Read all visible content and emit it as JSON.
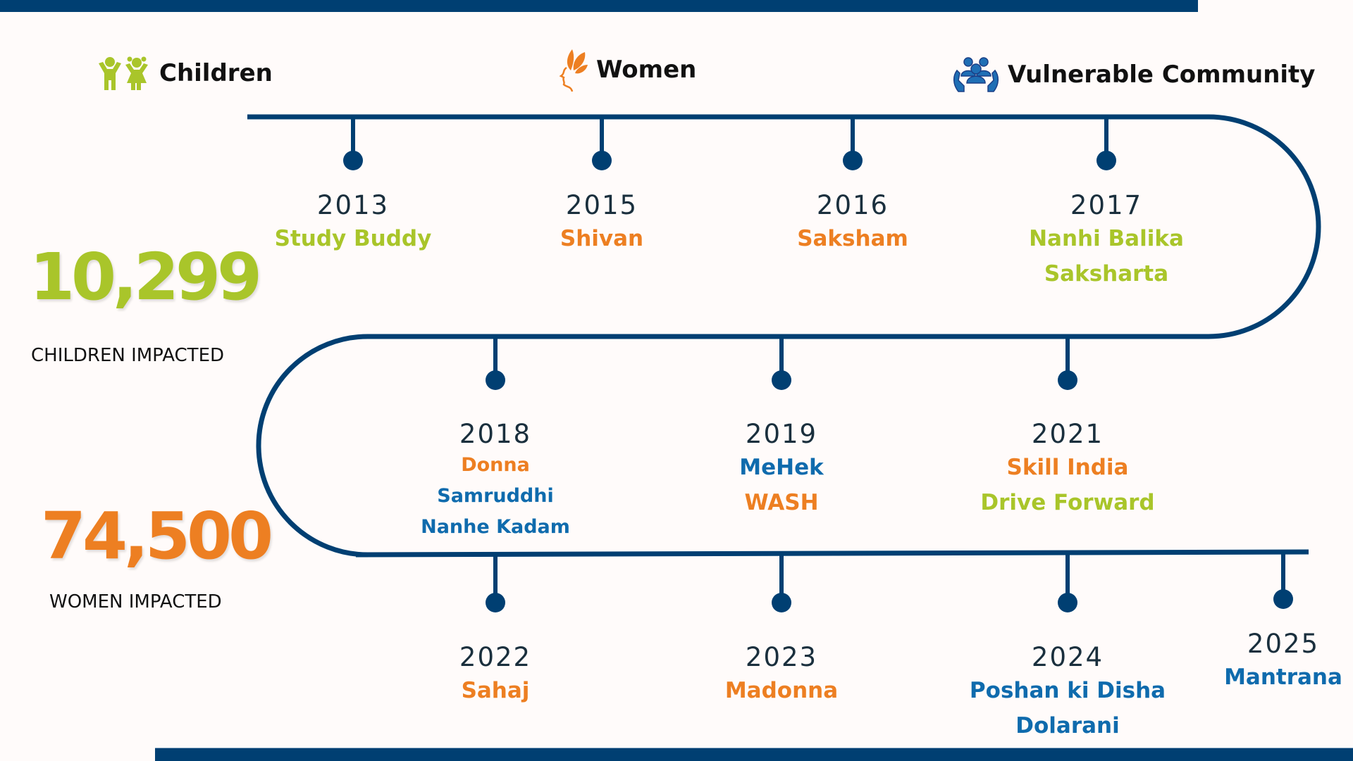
{
  "colors": {
    "navy": "#003f72",
    "green": "#a9c52a",
    "orange": "#ed7f22",
    "blue": "#0f6bad",
    "text_dark": "#1a2f3d"
  },
  "legend": [
    {
      "label": "Children",
      "icon": "children-icon",
      "color": "#a9c52a"
    },
    {
      "label": "Women",
      "icon": "woman-leaf-icon",
      "color": "#ed7f22"
    },
    {
      "label": "Vulnerable Community",
      "icon": "community-hands-icon",
      "color": "#1f6fb5"
    }
  ],
  "stats": [
    {
      "value": "10,299",
      "label": "CHILDREN IMPACTED",
      "color": "#a9c52a"
    },
    {
      "value": "74,500",
      "label": "WOMEN IMPACTED",
      "color": "#ed7f22"
    }
  ],
  "milestones": [
    {
      "year": "2013",
      "programs": [
        {
          "name": "Study Buddy",
          "category": "children"
        }
      ]
    },
    {
      "year": "2015",
      "programs": [
        {
          "name": "Shivan",
          "category": "women"
        }
      ]
    },
    {
      "year": "2016",
      "programs": [
        {
          "name": "Saksham",
          "category": "women"
        }
      ]
    },
    {
      "year": "2017",
      "programs": [
        {
          "name": "Nanhi Balika",
          "category": "children"
        },
        {
          "name": "Saksharta",
          "category": "children"
        }
      ]
    },
    {
      "year": "2018",
      "programs": [
        {
          "name": "Donna",
          "category": "women"
        },
        {
          "name": "Samruddhi",
          "category": "community"
        },
        {
          "name": "Nanhe Kadam",
          "category": "community"
        }
      ]
    },
    {
      "year": "2019",
      "programs": [
        {
          "name": "MeHek",
          "category": "community"
        },
        {
          "name": "WASH",
          "category": "women"
        }
      ]
    },
    {
      "year": "2021",
      "programs": [
        {
          "name": "Skill India",
          "category": "women"
        },
        {
          "name": "Drive Forward",
          "category": "children"
        }
      ]
    },
    {
      "year": "2022",
      "programs": [
        {
          "name": "Sahaj",
          "category": "women"
        }
      ]
    },
    {
      "year": "2023",
      "programs": [
        {
          "name": "Madonna",
          "category": "women"
        }
      ]
    },
    {
      "year": "2024",
      "programs": [
        {
          "name": "Poshan ki Disha",
          "category": "community"
        },
        {
          "name": "Dolarani",
          "category": "community"
        }
      ]
    },
    {
      "year": "2025",
      "programs": [
        {
          "name": "Mantrana",
          "category": "community"
        }
      ]
    }
  ]
}
